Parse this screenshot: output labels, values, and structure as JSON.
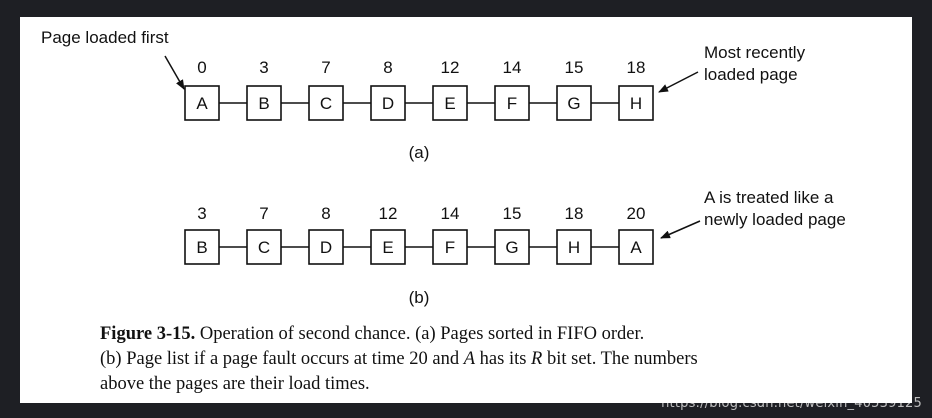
{
  "diagram": {
    "label_first": "Page loaded first",
    "label_recent_lines": [
      "Most recently",
      "loaded page"
    ],
    "label_treated_lines": [
      "A is treated like a",
      "newly loaded page"
    ],
    "panel_a": {
      "caption": "(a)",
      "pages": [
        {
          "time": "0",
          "page": "A"
        },
        {
          "time": "3",
          "page": "B"
        },
        {
          "time": "7",
          "page": "C"
        },
        {
          "time": "8",
          "page": "D"
        },
        {
          "time": "12",
          "page": "E"
        },
        {
          "time": "14",
          "page": "F"
        },
        {
          "time": "15",
          "page": "G"
        },
        {
          "time": "18",
          "page": "H"
        }
      ]
    },
    "panel_b": {
      "caption": "(b)",
      "pages": [
        {
          "time": "3",
          "page": "B"
        },
        {
          "time": "7",
          "page": "C"
        },
        {
          "time": "8",
          "page": "D"
        },
        {
          "time": "12",
          "page": "E"
        },
        {
          "time": "14",
          "page": "F"
        },
        {
          "time": "15",
          "page": "G"
        },
        {
          "time": "18",
          "page": "H"
        },
        {
          "time": "20",
          "page": "A"
        }
      ]
    }
  },
  "caption": {
    "figure_label": "Figure 3-15.",
    "line1_text": " Operation of second chance. (a) Pages sorted in FIFO order.",
    "line2_a": "(b) Page list if a page fault occurs at time 20 and ",
    "line2_var_a": "A",
    "line2_b": " has its ",
    "line2_var_r": "R",
    "line2_c": " bit set. The numbers",
    "line3": "above the pages are their load times."
  },
  "watermark": "https://blog.csdn.net/weixin_40539125"
}
